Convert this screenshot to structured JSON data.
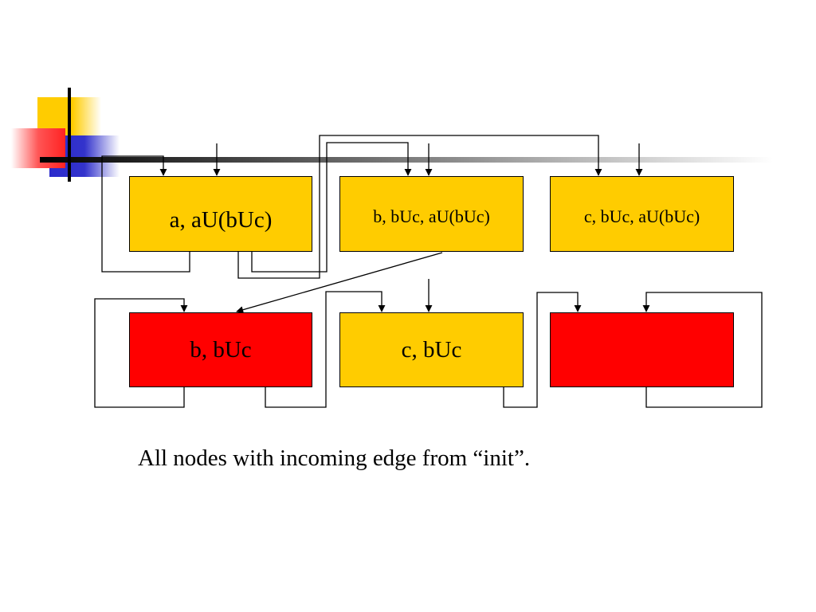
{
  "colors": {
    "node_yellow": "#FFCC00",
    "node_red": "#FF0000",
    "edge": "#000000",
    "deco_yellow": "#FFCC00",
    "deco_red": "#FF3333",
    "deco_blue": "#3333CC"
  },
  "nodes": [
    {
      "id": "n1",
      "label": "a, aU(bUc)",
      "color": "yellow"
    },
    {
      "id": "n2",
      "label": "b, bUc, aU(bUc)",
      "color": "yellow"
    },
    {
      "id": "n3",
      "label": "c, bUc, aU(bUc)",
      "color": "yellow"
    },
    {
      "id": "n4",
      "label": "b, bUc",
      "color": "red"
    },
    {
      "id": "n5",
      "label": "c, bUc",
      "color": "yellow"
    },
    {
      "id": "n6",
      "label": "",
      "color": "red"
    }
  ],
  "caption": "All nodes with incoming edge from “init”."
}
